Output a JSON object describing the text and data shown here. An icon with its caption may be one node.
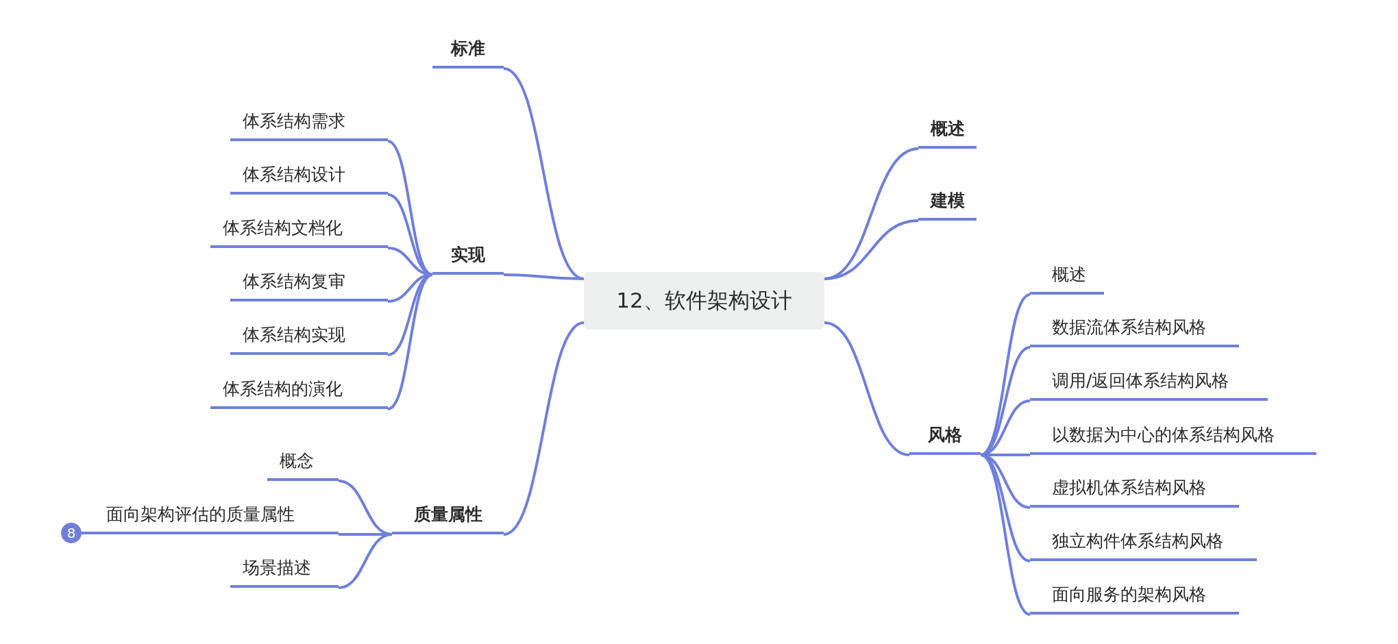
{
  "diagram": {
    "nodes": [
      {
        "text": [
          "12、软件架构设计"
        ]
      },
      {
        "text": [
          "标准"
        ]
      },
      {
        "text": [
          "实现"
        ]
      },
      {
        "text": [
          "体系结构需求"
        ]
      },
      {
        "text": [
          "体系结构设计"
        ]
      },
      {
        "text": [
          "体系结构文档化"
        ]
      },
      {
        "text": [
          "体系结构复审"
        ]
      },
      {
        "text": [
          "体系结构实现"
        ]
      },
      {
        "text": [
          "体系结构的演化"
        ]
      },
      {
        "text": [
          "质量属性"
        ]
      },
      {
        "text": [
          "概念"
        ]
      },
      {
        "text": [
          "面向架构评估的质量属性"
        ]
      },
      {
        "text": [
          "场景描述"
        ]
      },
      {
        "text": [
          "概述"
        ]
      },
      {
        "text": [
          "建模"
        ]
      },
      {
        "text": [
          "风格"
        ]
      },
      {
        "text": [
          "概述"
        ]
      },
      {
        "text": [
          "数据流体系结构风格"
        ]
      },
      {
        "text": [
          "调用/返回体系结构风格"
        ]
      },
      {
        "text": [
          "以数据为中心的体系结构风格"
        ]
      },
      {
        "text": [
          "虚拟机体系结构风格"
        ]
      },
      {
        "text": [
          "独立构件体系结构风格"
        ]
      },
      {
        "text": [
          "面向服务的架构风格"
        ]
      },
      {
        "text": [
          "8"
        ]
      }
    ],
    "edges": [
      {
        "from": 0,
        "to": 1,
        "arrow": "none"
      },
      {
        "from": 0,
        "to": 2,
        "arrow": "none"
      },
      {
        "from": 0,
        "to": 9,
        "arrow": "none"
      },
      {
        "from": 0,
        "to": 13,
        "arrow": "none"
      },
      {
        "from": 0,
        "to": 14,
        "arrow": "none"
      },
      {
        "from": 0,
        "to": 15,
        "arrow": "none"
      },
      {
        "from": 2,
        "to": 3,
        "arrow": "none"
      },
      {
        "from": 2,
        "to": 4,
        "arrow": "none"
      },
      {
        "from": 2,
        "to": 5,
        "arrow": "none"
      },
      {
        "from": 2,
        "to": 6,
        "arrow": "none"
      },
      {
        "from": 2,
        "to": 7,
        "arrow": "none"
      },
      {
        "from": 2,
        "to": 8,
        "arrow": "none"
      },
      {
        "from": 9,
        "to": 10,
        "arrow": "none"
      },
      {
        "from": 9,
        "to": 11,
        "arrow": "none"
      },
      {
        "from": 9,
        "to": 12,
        "arrow": "none"
      },
      {
        "from": 15,
        "to": 16,
        "arrow": "none"
      },
      {
        "from": 15,
        "to": 17,
        "arrow": "none"
      },
      {
        "from": 15,
        "to": 18,
        "arrow": "none"
      },
      {
        "from": 15,
        "to": 19,
        "arrow": "none"
      },
      {
        "from": 15,
        "to": 20,
        "arrow": "none"
      },
      {
        "from": 15,
        "to": 21,
        "arrow": "none"
      },
      {
        "from": 15,
        "to": 22,
        "arrow": "none"
      }
    ]
  }
}
